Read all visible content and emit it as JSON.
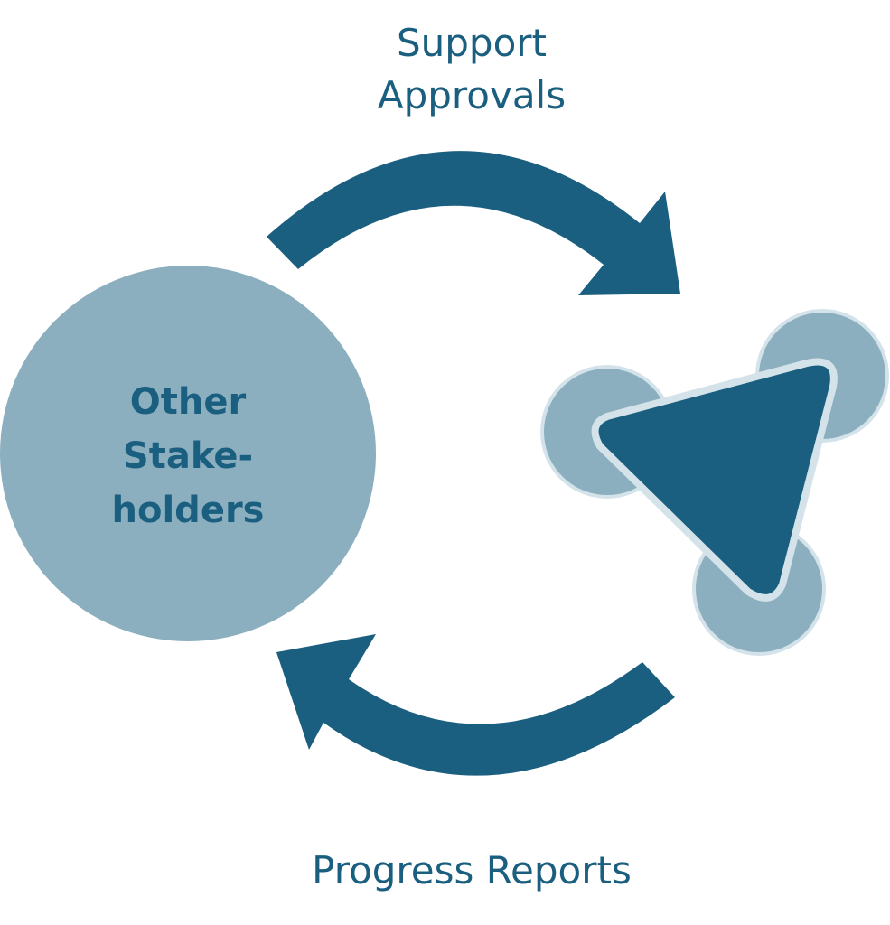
{
  "top_label": {
    "line1": "Support",
    "line2": "Approvals"
  },
  "bottom_label": "Progress Reports",
  "stakeholders": {
    "line1": "Other",
    "line2": "Stake-",
    "line3": "holders"
  },
  "colors": {
    "dark": "#1a5f7f",
    "light": "#8cafc0",
    "outline": "#d4e3ea",
    "background": "#ffffff"
  }
}
